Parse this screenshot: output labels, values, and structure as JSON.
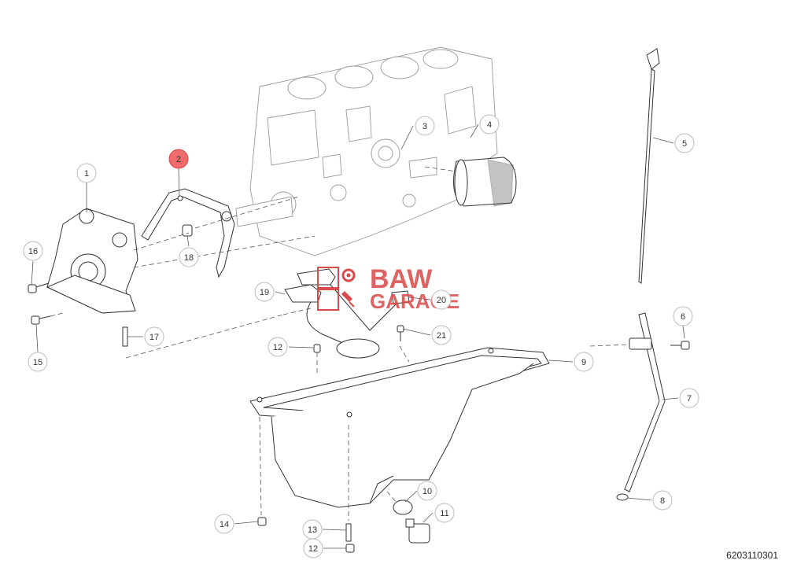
{
  "document_number": "6203110301",
  "highlighted_callout": "2",
  "highlight_color": "#f06b6b",
  "watermark": {
    "line1": "BAW",
    "line2": "GARAGE",
    "color": "#d94a4a"
  },
  "callouts": [
    {
      "id": "c1",
      "label": "1"
    },
    {
      "id": "c2",
      "label": "2"
    },
    {
      "id": "c3",
      "label": "3"
    },
    {
      "id": "c4",
      "label": "4"
    },
    {
      "id": "c5",
      "label": "5"
    },
    {
      "id": "c6",
      "label": "6"
    },
    {
      "id": "c7",
      "label": "7"
    },
    {
      "id": "c8",
      "label": "8"
    },
    {
      "id": "c9",
      "label": "9"
    },
    {
      "id": "c10",
      "label": "10"
    },
    {
      "id": "c11",
      "label": "11"
    },
    {
      "id": "c12a",
      "label": "12"
    },
    {
      "id": "c12b",
      "label": "12"
    },
    {
      "id": "c13",
      "label": "13"
    },
    {
      "id": "c14",
      "label": "14"
    },
    {
      "id": "c15",
      "label": "15"
    },
    {
      "id": "c16",
      "label": "16"
    },
    {
      "id": "c17",
      "label": "17"
    },
    {
      "id": "c18",
      "label": "18"
    },
    {
      "id": "c19",
      "label": "19"
    },
    {
      "id": "c20",
      "label": "20"
    },
    {
      "id": "c21",
      "label": "21"
    }
  ]
}
